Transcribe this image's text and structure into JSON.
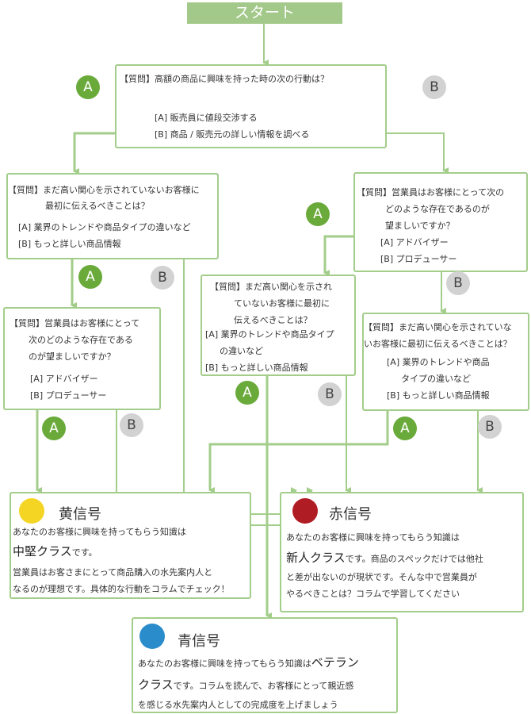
{
  "start_label": "スタート",
  "q1": {
    "title": "【質問】高額の商品に興味を持った時の次の行動は？",
    "a": "[A] 販売員に値段交渉する",
    "b": "[B] 商品 / 販売元の詳しい情報を調べる"
  },
  "q2": {
    "l1": "【質問】まだ高い関心を示されていないお客様に",
    "l2": "最初に伝えるべきことは？",
    "a": "[A] 業界のトレンドや商品タイプの違いなど",
    "b": "[B] もっと詳しい商品情報"
  },
  "q3": {
    "l1": "【質問】営業員はお客様にとって次の",
    "l2": "どのような存在であるのが",
    "l3": "望ましいですか？",
    "a": "[A] アドバイザー",
    "b": "[B] プロデューサー"
  },
  "q4": {
    "l1": "【質問】まだ高い関心を示され",
    "l2": "ていないお客様に最初に",
    "l3": "伝えるべきことは？",
    "a1": "[A] 業界のトレンドや商品タイプ",
    "a2": "の違いなど",
    "b": "[B] もっと詳しい商品情報"
  },
  "q5": {
    "l1": "【質問】まだ高い関心を示されていな",
    "l2": "いお客様に最初に伝えるべきことは？",
    "a1": "[A] 業界のトレンドや商品",
    "a2": "タイプの違いなど",
    "b": "[B] もっと詳しい商品情報"
  },
  "q6": {
    "l1": "【質問】営業員はお客様にとって",
    "l2": "次のどのような存在である",
    "l3": "のが望ましいですか？",
    "a": "[A] アドバイザー",
    "b": "[B] プロデューサー"
  },
  "badge_a": "A",
  "badge_b": "B",
  "yellow": {
    "title": "黄信号",
    "l1": "あなたのお客様に興味を持ってもらう知識は",
    "big": "中堅クラス",
    "l2rest": "です。",
    "l3": "営業員はお客さまにとって商品購入の水先案内人と",
    "l4": "なるのが理想です。具体的な行動をコラムでチェック！",
    "color": "#f5d524"
  },
  "red": {
    "title": "赤信号",
    "l1": "あなたのお客様に興味を持ってもらう知識は",
    "big": "新人クラス",
    "l2rest": "です。商品のスペックだけでは他社",
    "l3": "と差が出ないのが現状です。そんな中で営業員が",
    "l4": "やるべきことは？コラムで学習してください",
    "color": "#b01c24"
  },
  "blue": {
    "title": "青信号",
    "l1": "あなたのお客様に興味を持ってもらう知識は",
    "big1": "ベテラン",
    "big2": "クラス",
    "l2rest": "です。コラムを読んで、お客様にとって親近感",
    "l3": "を感じる水先案内人としての完成度を上げましょう",
    "color": "#2b8ccb"
  },
  "colors": {
    "line": "#a3cd8a",
    "accent_a": "#6aaa3a",
    "accent_b": "#d2d2d2"
  }
}
